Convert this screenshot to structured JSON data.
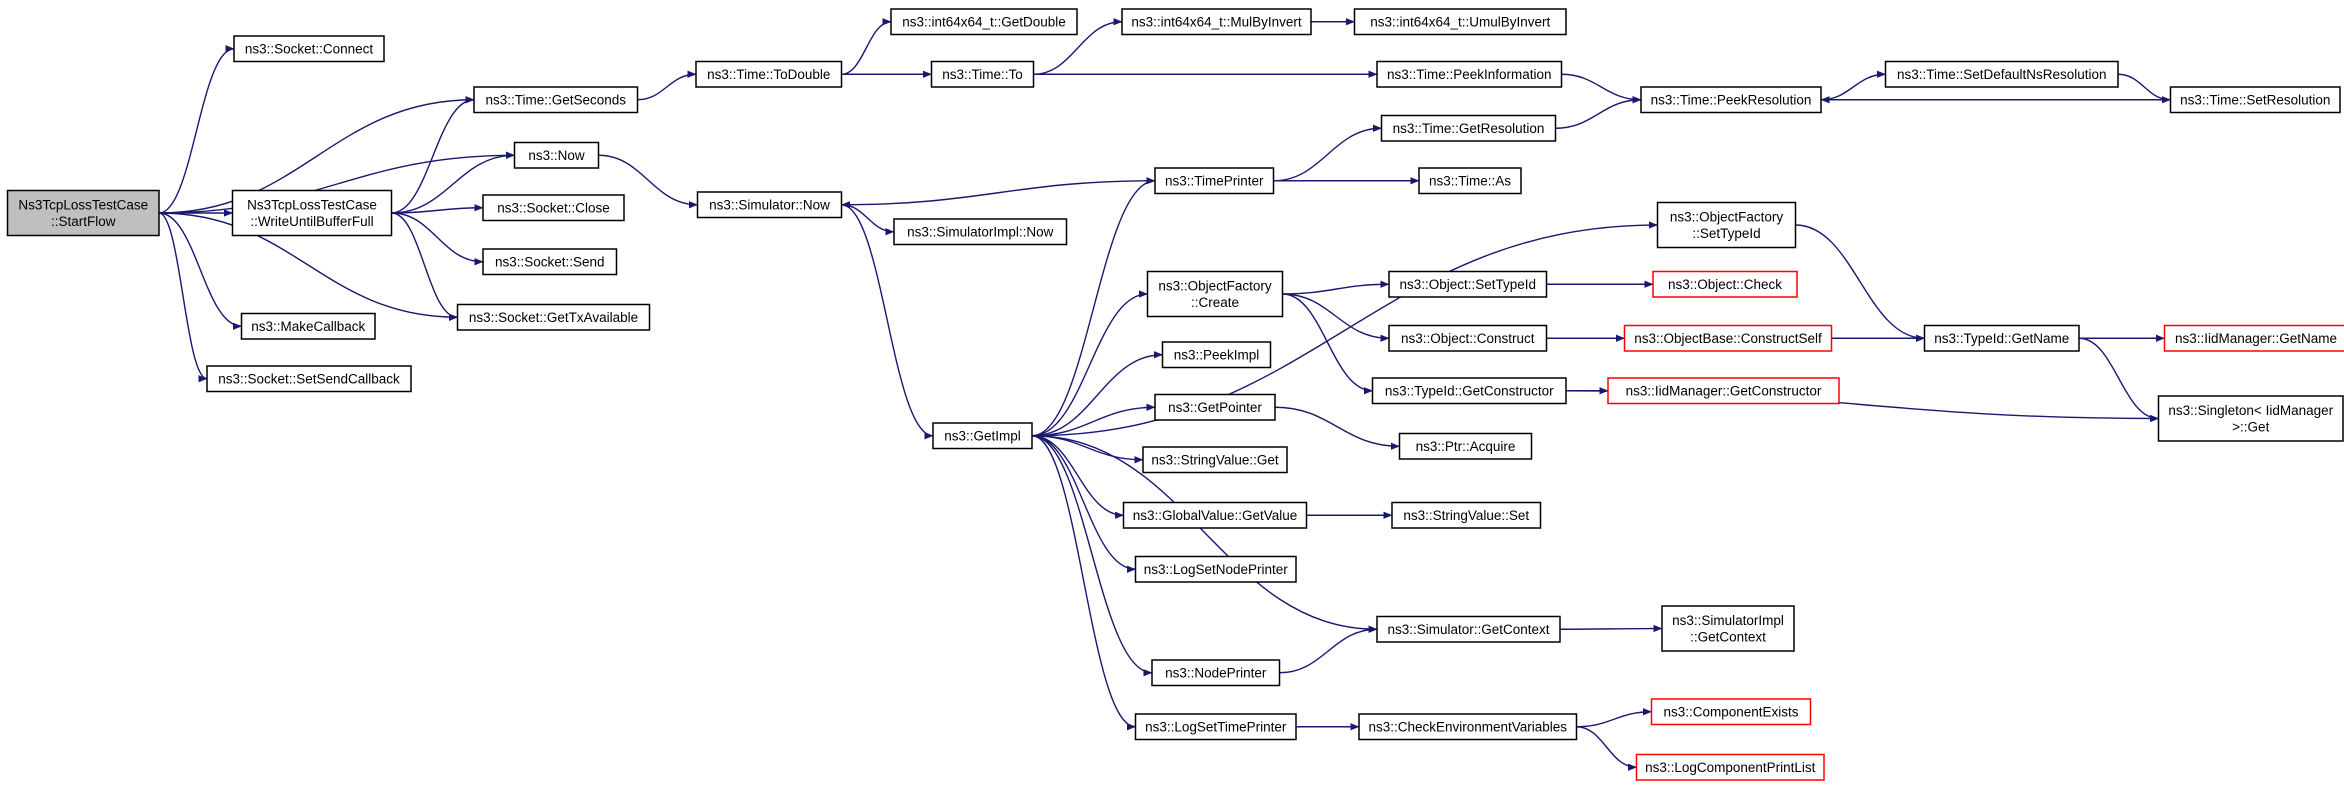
{
  "graph": {
    "edge_color": "#191970",
    "truncated_border_color": "#ff0000",
    "root_fill_color": "#bfbfbf",
    "nodes": [
      {
        "id": "startflow",
        "lines": [
          "Ns3TcpLossTestCase",
          "::StartFlow"
        ],
        "root": true
      },
      {
        "id": "socket_connect",
        "lines": [
          "ns3::Socket::Connect"
        ]
      },
      {
        "id": "time_getseconds",
        "lines": [
          "ns3::Time::GetSeconds"
        ]
      },
      {
        "id": "now",
        "lines": [
          "ns3::Now"
        ]
      },
      {
        "id": "writeuntil",
        "lines": [
          "Ns3TcpLossTestCase",
          "::WriteUntilBufferFull"
        ]
      },
      {
        "id": "socket_close",
        "lines": [
          "ns3::Socket::Close"
        ]
      },
      {
        "id": "socket_send",
        "lines": [
          "ns3::Socket::Send"
        ]
      },
      {
        "id": "socket_gettx",
        "lines": [
          "ns3::Socket::GetTxAvailable"
        ]
      },
      {
        "id": "makecallback",
        "lines": [
          "ns3::MakeCallback"
        ]
      },
      {
        "id": "setsendcallback",
        "lines": [
          "ns3::Socket::SetSendCallback"
        ]
      },
      {
        "id": "time_todouble",
        "lines": [
          "ns3::Time::ToDouble"
        ]
      },
      {
        "id": "int64_getdouble",
        "lines": [
          "ns3::int64x64_t::GetDouble"
        ]
      },
      {
        "id": "time_to",
        "lines": [
          "ns3::Time::To"
        ]
      },
      {
        "id": "int64_mulbyinvert",
        "lines": [
          "ns3::int64x64_t::MulByInvert"
        ]
      },
      {
        "id": "int64_umulbyinvert",
        "lines": [
          "ns3::int64x64_t::UmulByInvert"
        ]
      },
      {
        "id": "time_peekinformation",
        "lines": [
          "ns3::Time::PeekInformation"
        ]
      },
      {
        "id": "time_peekresolution",
        "lines": [
          "ns3::Time::PeekResolution"
        ]
      },
      {
        "id": "time_setdefaultns",
        "lines": [
          "ns3::Time::SetDefaultNsResolution"
        ]
      },
      {
        "id": "time_setresolution",
        "lines": [
          "ns3::Time::SetResolution"
        ]
      },
      {
        "id": "time_getresolution",
        "lines": [
          "ns3::Time::GetResolution"
        ]
      },
      {
        "id": "sim_now",
        "lines": [
          "ns3::Simulator::Now"
        ]
      },
      {
        "id": "timeprinter",
        "lines": [
          "ns3::TimePrinter"
        ]
      },
      {
        "id": "time_as",
        "lines": [
          "ns3::Time::As"
        ]
      },
      {
        "id": "simimpl_now",
        "lines": [
          "ns3::SimulatorImpl::Now"
        ]
      },
      {
        "id": "of_settypeid",
        "lines": [
          "ns3::ObjectFactory",
          "::SetTypeId"
        ]
      },
      {
        "id": "of_create",
        "lines": [
          "ns3::ObjectFactory",
          "::Create"
        ]
      },
      {
        "id": "obj_settypeid",
        "lines": [
          "ns3::Object::SetTypeId"
        ]
      },
      {
        "id": "obj_check",
        "lines": [
          "ns3::Object::Check"
        ],
        "truncated": true
      },
      {
        "id": "obj_construct",
        "lines": [
          "ns3::Object::Construct"
        ]
      },
      {
        "id": "objbase_constructself",
        "lines": [
          "ns3::ObjectBase::ConstructSelf"
        ],
        "truncated": true
      },
      {
        "id": "typeid_getname",
        "lines": [
          "ns3::TypeId::GetName"
        ]
      },
      {
        "id": "iidmgr_getname",
        "lines": [
          "ns3::IidManager::GetName"
        ],
        "truncated": true
      },
      {
        "id": "peekimpl",
        "lines": [
          "ns3::PeekImpl"
        ]
      },
      {
        "id": "typeid_getconstructor",
        "lines": [
          "ns3::TypeId::GetConstructor"
        ]
      },
      {
        "id": "iidmgr_getconstructor",
        "lines": [
          "ns3::IidManager::GetConstructor"
        ],
        "truncated": true
      },
      {
        "id": "singleton_get",
        "lines": [
          "ns3::Singleton< IidManager",
          " >::Get"
        ]
      },
      {
        "id": "getimpl",
        "lines": [
          "ns3::GetImpl"
        ]
      },
      {
        "id": "getpointer",
        "lines": [
          "ns3::GetPointer"
        ]
      },
      {
        "id": "ptr_acquire",
        "lines": [
          "ns3::Ptr::Acquire"
        ]
      },
      {
        "id": "stringvalue_get",
        "lines": [
          "ns3::StringValue::Get"
        ]
      },
      {
        "id": "globalvalue_getvalue",
        "lines": [
          "ns3::GlobalValue::GetValue"
        ]
      },
      {
        "id": "stringvalue_set",
        "lines": [
          "ns3::StringValue::Set"
        ]
      },
      {
        "id": "logsetnodeprinter",
        "lines": [
          "ns3::LogSetNodePrinter"
        ]
      },
      {
        "id": "sim_getcontext",
        "lines": [
          "ns3::Simulator::GetContext"
        ]
      },
      {
        "id": "simimpl_getcontext",
        "lines": [
          "ns3::SimulatorImpl",
          "::GetContext"
        ]
      },
      {
        "id": "nodeprinter",
        "lines": [
          "ns3::NodePrinter"
        ]
      },
      {
        "id": "logsettimeprinter",
        "lines": [
          "ns3::LogSetTimePrinter"
        ]
      },
      {
        "id": "checkenv",
        "lines": [
          "ns3::CheckEnvironmentVariables"
        ]
      },
      {
        "id": "componentexists",
        "lines": [
          "ns3::ComponentExists"
        ],
        "truncated": true
      },
      {
        "id": "logcomponentprintlist",
        "lines": [
          "ns3::LogComponentPrintList"
        ],
        "truncated": true
      }
    ],
    "edges": [
      [
        "startflow",
        "socket_connect"
      ],
      [
        "startflow",
        "time_getseconds"
      ],
      [
        "startflow",
        "now"
      ],
      [
        "startflow",
        "writeuntil"
      ],
      [
        "startflow",
        "socket_gettx"
      ],
      [
        "startflow",
        "makecallback"
      ],
      [
        "startflow",
        "setsendcallback"
      ],
      [
        "writeuntil",
        "time_getseconds"
      ],
      [
        "writeuntil",
        "now"
      ],
      [
        "writeuntil",
        "socket_close"
      ],
      [
        "writeuntil",
        "socket_send"
      ],
      [
        "writeuntil",
        "socket_gettx"
      ],
      [
        "time_getseconds",
        "time_todouble"
      ],
      [
        "time_todouble",
        "int64_getdouble"
      ],
      [
        "time_todouble",
        "time_to"
      ],
      [
        "time_to",
        "int64_mulbyinvert"
      ],
      [
        "time_to",
        "time_peekinformation"
      ],
      [
        "int64_mulbyinvert",
        "int64_umulbyinvert"
      ],
      [
        "time_peekinformation",
        "time_peekresolution"
      ],
      [
        "time_peekresolution",
        "time_setdefaultns"
      ],
      [
        "time_setdefaultns",
        "time_setresolution"
      ],
      [
        "time_setresolution",
        "time_peekresolution"
      ],
      [
        "time_getresolution",
        "time_peekresolution"
      ],
      [
        "now",
        "sim_now"
      ],
      [
        "sim_now",
        "simimpl_now"
      ],
      [
        "sim_now",
        "getimpl"
      ],
      [
        "timeprinter",
        "time_getresolution"
      ],
      [
        "timeprinter",
        "time_as"
      ],
      [
        "timeprinter",
        "sim_now"
      ],
      [
        "getimpl",
        "timeprinter"
      ],
      [
        "getimpl",
        "of_settypeid"
      ],
      [
        "getimpl",
        "of_create"
      ],
      [
        "getimpl",
        "peekimpl"
      ],
      [
        "getimpl",
        "getpointer"
      ],
      [
        "getimpl",
        "stringvalue_get"
      ],
      [
        "getimpl",
        "globalvalue_getvalue"
      ],
      [
        "getimpl",
        "logsetnodeprinter"
      ],
      [
        "getimpl",
        "sim_getcontext"
      ],
      [
        "getimpl",
        "nodeprinter"
      ],
      [
        "getimpl",
        "logsettimeprinter"
      ],
      [
        "of_settypeid",
        "typeid_getname"
      ],
      [
        "of_create",
        "obj_settypeid"
      ],
      [
        "of_create",
        "obj_construct"
      ],
      [
        "of_create",
        "typeid_getconstructor"
      ],
      [
        "obj_settypeid",
        "obj_check"
      ],
      [
        "obj_construct",
        "objbase_constructself"
      ],
      [
        "objbase_constructself",
        "typeid_getname"
      ],
      [
        "typeid_getname",
        "iidmgr_getname"
      ],
      [
        "typeid_getname",
        "singleton_get"
      ],
      [
        "typeid_getconstructor",
        "iidmgr_getconstructor"
      ],
      [
        "typeid_getconstructor",
        "singleton_get"
      ],
      [
        "getpointer",
        "ptr_acquire"
      ],
      [
        "globalvalue_getvalue",
        "stringvalue_set"
      ],
      [
        "sim_getcontext",
        "simimpl_getcontext"
      ],
      [
        "nodeprinter",
        "sim_getcontext"
      ],
      [
        "logsettimeprinter",
        "checkenv"
      ],
      [
        "checkenv",
        "componentexists"
      ],
      [
        "checkenv",
        "logcomponentprintlist"
      ]
    ]
  }
}
